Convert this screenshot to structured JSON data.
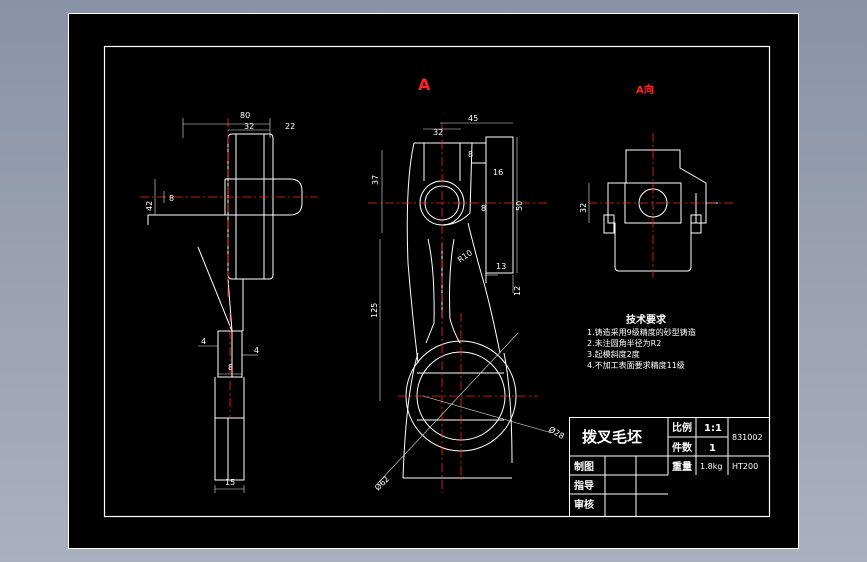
{
  "drawing": {
    "section_label": "A",
    "view_label": "A向",
    "dims": {
      "d80": "80",
      "d32a": "32",
      "d22": "22",
      "d42": "42",
      "d8a": "8",
      "d4a": "4",
      "d4b": "4",
      "d8b": "8",
      "d15": "15",
      "d45": "45",
      "d32b": "32",
      "d8c": "8",
      "d16": "16",
      "d37": "37",
      "d8d": "8",
      "d50": "50",
      "r10": "R10",
      "d13": "13",
      "d12": "12",
      "d125": "125",
      "d28": "Ø28",
      "d62": "Ø62",
      "d32c": "32"
    },
    "tech": {
      "title": "技术要求",
      "items": [
        "1.铸造采用9级精度的砂型铸造",
        "2.未注圆角半径为R2",
        "3.起模斜度2度",
        "4.不加工表面要求精度11级"
      ]
    }
  },
  "title_block": {
    "part_name": "拨叉毛坯",
    "scale_label": "比例",
    "scale_value": "1:1",
    "drawing_no": "831002",
    "qty_label": "件数",
    "qty_value": "1",
    "drawn_label": "制图",
    "weight_label": "重量",
    "weight_value": "1.8kg",
    "material": "HT200",
    "guide_label": "指导",
    "review_label": "审核"
  },
  "colors": {
    "background": "#000000",
    "line": "#ffffff",
    "center": "#ff2020",
    "accent_text": "#ff2020"
  }
}
